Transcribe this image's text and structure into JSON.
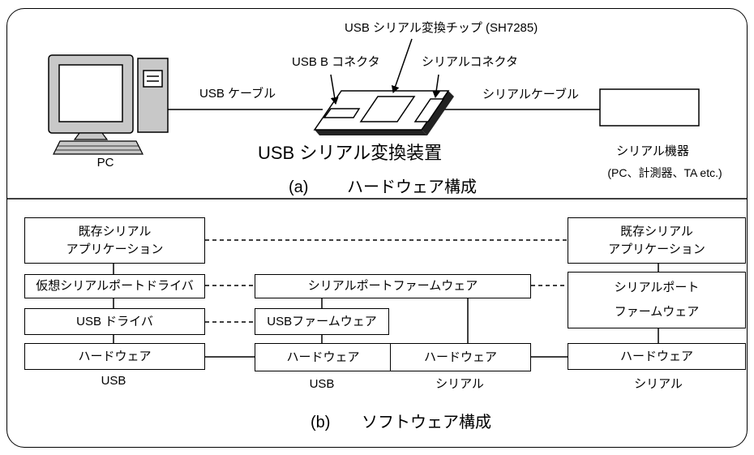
{
  "hardware": {
    "chip_label": "USB シリアル変換チップ (SH7285)",
    "usb_b_connector_label": "USB B コネクタ",
    "serial_connector_label": "シリアルコネクタ",
    "usb_cable_label": "USB ケーブル",
    "serial_cable_label": "シリアルケーブル",
    "pc_label": "PC",
    "device_title": "USB シリアル変換装置",
    "serial_device_label": "シリアル機器",
    "serial_device_examples": "(PC、計測器、TA etc.)",
    "caption_label": "(a)",
    "caption_text": "ハードウェア構成"
  },
  "software": {
    "pc_side": {
      "application": [
        "既存シリアル",
        "アプリケーション"
      ],
      "virtual_driver": "仮想シリアルポートドライバ",
      "usb_driver": "USB ドライバ",
      "hardware": "ハードウェア",
      "interface_label": "USB"
    },
    "converter": {
      "serial_port_firmware": "シリアルポートファームウェア",
      "usb_firmware": "USBファームウェア",
      "usb_hardware": "ハードウェア",
      "usb_label": "USB",
      "serial_hardware": "ハードウェア",
      "serial_label": "シリアル"
    },
    "device_side": {
      "application": [
        "既存シリアル",
        "アプリケーション"
      ],
      "serial_port_firmware": [
        "シリアルポート",
        "ファームウェア"
      ],
      "hardware": "ハードウェア",
      "interface_label": "シリアル"
    },
    "caption_label": "(b)",
    "caption_text": "ソフトウェア構成"
  }
}
